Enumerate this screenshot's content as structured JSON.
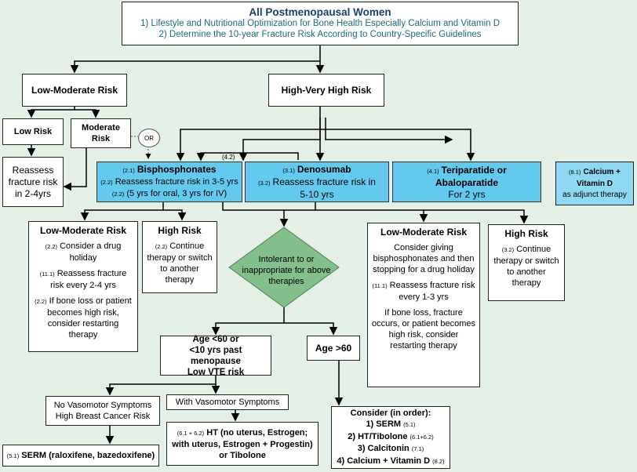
{
  "header": {
    "title": "All Postmenopausal Women",
    "line1": "1) Lifestyle and Nutritional Optimization for Bone Health Especially Calcium and Vitamin D",
    "line2": "2) Determine the 10-year Fracture Risk According to Country-Specific Guidelines"
  },
  "low_moderate_risk": "Low-Moderate Risk",
  "high_very_high_risk": "High-Very High Risk",
  "low_risk": "Low Risk",
  "moderate_risk": "Moderate Risk",
  "or_label": "OR",
  "reassess_low": "Reassess fracture risk in 2-4yrs",
  "label_42": "(4.2)",
  "bisphosphonates": {
    "ref1": "(2.1)",
    "title": "Bisphosphonates",
    "ref2": "(2.2)",
    "line2": "Reassess fracture risk in 3-5 yrs",
    "ref3": "(2.2)",
    "line3": "(5 yrs for oral, 3 yrs for IV)"
  },
  "denosumab": {
    "ref1": "(3.1)",
    "title": "Denosumab",
    "ref2": "(3.2)",
    "line2": "Reassess fracture risk in",
    "line3": "5-10 yrs"
  },
  "teriparatide": {
    "ref1": "(4.1)",
    "title": "Teriparatide or Abaloparatide",
    "line2": "For 2 yrs"
  },
  "calcium_adjunct": {
    "ref": "(8.1)",
    "title": "Calcium + Vitamin D",
    "line2": "as adjunct therapy"
  },
  "bis_low_mod": {
    "title": "Low-Moderate Risk",
    "ref1": "(2.2)",
    "item1": "Consider a drug holiday",
    "ref2": "(11.1)",
    "item2": "Reassess fracture risk every 2-4 yrs",
    "ref3": "(2.2)",
    "item3": "If bone loss or patient becomes high risk, consider restarting therapy"
  },
  "bis_high": {
    "title": "High Risk",
    "ref": "(2.2)",
    "text": "Continue therapy or switch to another therapy"
  },
  "intolerant": "Intolerant to or inappropriate for above therapies",
  "deno_low_mod": {
    "title": "Low-Moderate Risk",
    "item1": "Consider giving bisphosphonates and then stopping for a drug holiday",
    "ref2": "(11.1)",
    "item2": "Reassess fracture risk every 1-3 yrs",
    "item3": "If bone loss, fracture occurs, or patient becomes high risk, consider restarting therapy"
  },
  "deno_high": {
    "title": "High Risk",
    "ref": "(3.2)",
    "text": "Continue therapy or switch to another therapy"
  },
  "age_lt60": {
    "line1": "Age <60 or",
    "line2": "<10 yrs past menopause",
    "line3": "Low VTE risk"
  },
  "age_gt60": "Age >60",
  "no_vasomotor": {
    "line1": "No Vasomotor Symptoms",
    "line2": "High Breast Cancer Risk"
  },
  "with_vasomotor": "With Vasomotor Symptoms",
  "serm_box": {
    "ref": "(5.1)",
    "text": "SERM (raloxifene, bazedoxifene)"
  },
  "ht_box": {
    "ref": "(6.1 + 6.2)",
    "line1": "HT (no uterus, Estrogen;",
    "line2": "with uterus, Estrogen + Progestin)",
    "line3": "or Tibolone"
  },
  "consider": {
    "title": "Consider (in order):",
    "i1": "1) SERM",
    "r1": "(5.1)",
    "i2": "2) HT/Tibolone",
    "r2": "(6.1+6.2)",
    "i3": "3) Calcitonin",
    "r3": "(7.1)",
    "i4": "4) Calcium + Vitamin D",
    "r4": "(8.2)"
  },
  "colors": {
    "background": "#e4efe6",
    "therapy_box": "#63c9ef",
    "diamond": "#82bf8a",
    "title": "#17406d",
    "teal_text": "#1e6b78"
  }
}
